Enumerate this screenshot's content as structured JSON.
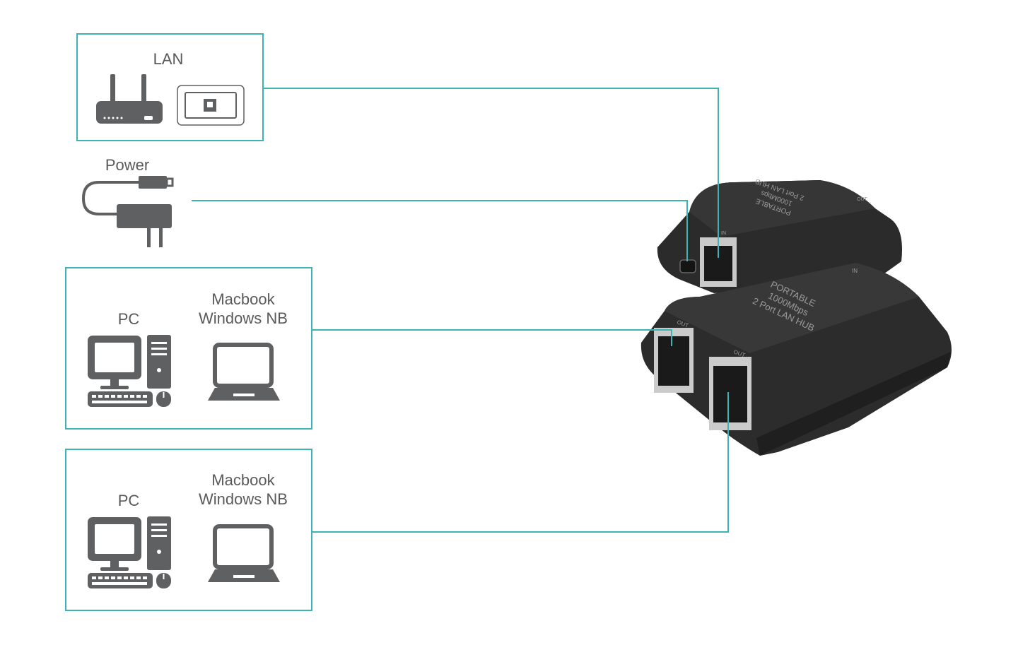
{
  "colors": {
    "connector": "#3fb3b3",
    "icon": "#5f6061",
    "device": "#2c2c2d"
  },
  "lan": {
    "label": "LAN",
    "icons": [
      "router-icon",
      "wall-socket-icon"
    ]
  },
  "power": {
    "label": "Power",
    "icons": [
      "usb-power-cable-icon"
    ]
  },
  "client_groups": [
    {
      "pc_label": "PC",
      "laptop_label_1": "Macbook",
      "laptop_label_2": "Windows NB"
    },
    {
      "pc_label": "PC",
      "laptop_label_1": "Macbook",
      "laptop_label_2": "Windows NB"
    }
  ],
  "device": {
    "top_unit": {
      "line1": "PORTABLE",
      "line2": "1000Mbps",
      "line3": "2 Port LAN HUB",
      "port_in": "IN",
      "port_top": "OUT"
    },
    "front_unit": {
      "line1": "PORTABLE",
      "line2": "1000Mbps",
      "line3": "2 Port LAN HUB",
      "port_in": "IN",
      "port_out_1": "OUT",
      "port_out_2": "OUT"
    }
  }
}
